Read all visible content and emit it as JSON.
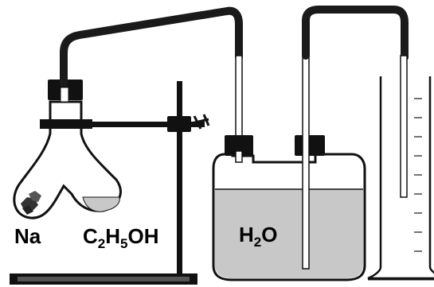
{
  "labels": {
    "sodium": "Na",
    "ethanol": {
      "c": "C",
      "c_n": "2",
      "h": "H",
      "h_n": "5",
      "oh": "OH"
    },
    "water": {
      "h": "H",
      "h_n": "2",
      "o": "O"
    }
  },
  "colors": {
    "liquid": "#c8c8c8",
    "tube": "#1a1a1a",
    "outline": "#111111",
    "glass": "#ffffff"
  }
}
